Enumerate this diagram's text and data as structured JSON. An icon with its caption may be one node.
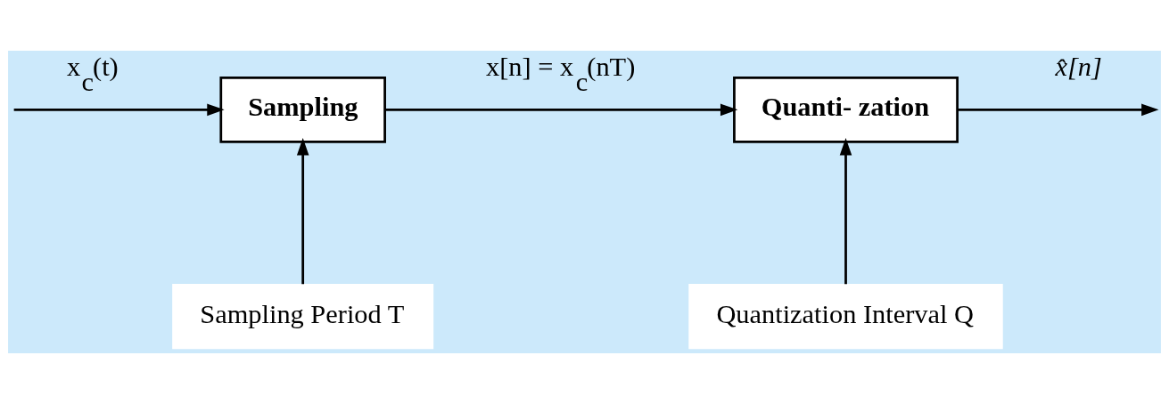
{
  "diagram": {
    "nodes": [
      {
        "text": [
          "Sampling"
        ]
      },
      {
        "text": [
          "Quanti- zation"
        ]
      },
      {
        "text": [
          "Sampling Period T"
        ]
      },
      {
        "text": [
          "Quantization Interval Q"
        ]
      }
    ],
    "edges": [
      {
        "from": null,
        "to": 0,
        "arrow": "to",
        "label": "x$_{c}$(t)"
      },
      {
        "from": 0,
        "to": 1,
        "arrow": "to",
        "label": "x[n] = x$_{c}$(nT)"
      },
      {
        "from": 1,
        "to": null,
        "arrow": "to",
        "label": "x̂[n]"
      },
      {
        "from": 2,
        "to": 0,
        "arrow": "to"
      },
      {
        "from": 3,
        "to": 1,
        "arrow": "to"
      }
    ]
  }
}
